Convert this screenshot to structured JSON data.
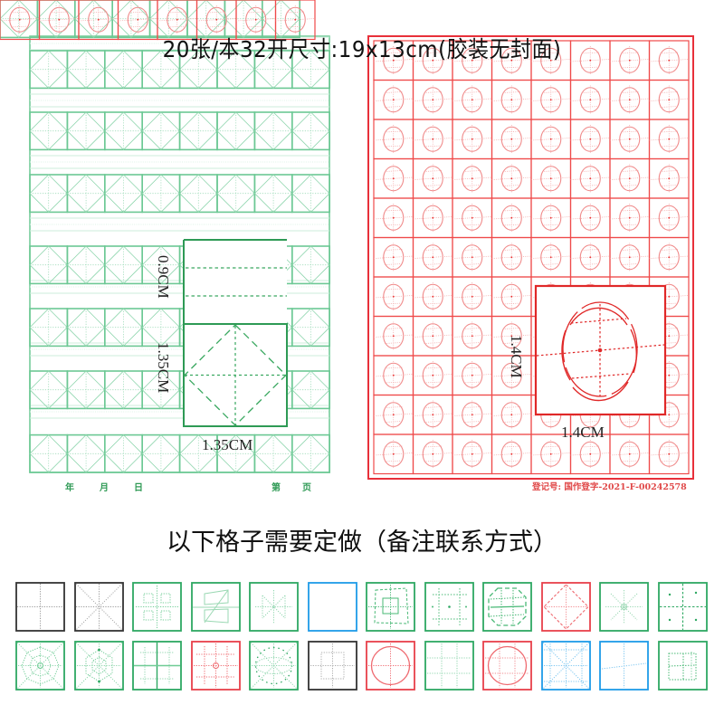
{
  "header": {
    "title": "20张/本32开尺寸:19x13cm(胶装无封面)"
  },
  "left_sheet": {
    "color": "#5cc28a",
    "grid_type": "mizige-diamond-with-pinyin-lines",
    "columns": 8,
    "dimension_labels": {
      "pinyin_height": "0.9CM",
      "cell_height": "1.35CM",
      "cell_width": "1.35CM"
    },
    "footer": {
      "year": "年",
      "month": "月",
      "day": "日",
      "page_prefix": "第",
      "page_suffix": "页"
    }
  },
  "right_sheet": {
    "color": "#e83a3a",
    "grid_type": "oval-huigongge",
    "columns": 8,
    "rows": 11,
    "dimension_labels": {
      "cell_height": "1.4CM",
      "cell_width": "1.4CM"
    },
    "registration": "登记号: 国作登字-2021-F-00242578"
  },
  "custom_section": {
    "heading": "以下格子需要定做（备注联系方式）",
    "swatches_row1": [
      {
        "style": "tianzige",
        "color": "#333333"
      },
      {
        "style": "mizige",
        "color": "#333333"
      },
      {
        "style": "tian-inner-squares",
        "color": "#2ea862"
      },
      {
        "style": "slanted-practice",
        "color": "#2ea862"
      },
      {
        "style": "asterisk",
        "color": "#2ea862"
      },
      {
        "style": "blank",
        "color": "#1e9be8"
      },
      {
        "style": "nested-trapezoid",
        "color": "#2ea862"
      },
      {
        "style": "dotted-frame",
        "color": "#2ea862"
      },
      {
        "style": "octagon-grid",
        "color": "#2ea862"
      },
      {
        "style": "diamond",
        "color": "#e8404a"
      },
      {
        "style": "asterisk-light",
        "color": "#2ea862"
      },
      {
        "style": "tian-dots",
        "color": "#2ea862"
      }
    ],
    "swatches_row2": [
      {
        "style": "web",
        "color": "#2ea862"
      },
      {
        "style": "web-star",
        "color": "#2ea862"
      },
      {
        "style": "solid-tian-dotted",
        "color": "#2ea862"
      },
      {
        "style": "huigong-red",
        "color": "#e8404a"
      },
      {
        "style": "circle-mizige",
        "color": "#2ea862"
      },
      {
        "style": "huigongge",
        "color": "#333333"
      },
      {
        "style": "circle-tian",
        "color": "#e8404a"
      },
      {
        "style": "jiugongge",
        "color": "#2ea862"
      },
      {
        "style": "circle-jiugong",
        "color": "#e8404a"
      },
      {
        "style": "mizige-grid",
        "color": "#1e9be8"
      },
      {
        "style": "slanted-tian",
        "color": "#1e9be8"
      },
      {
        "style": "inner-rect",
        "color": "#2ea862"
      }
    ]
  }
}
